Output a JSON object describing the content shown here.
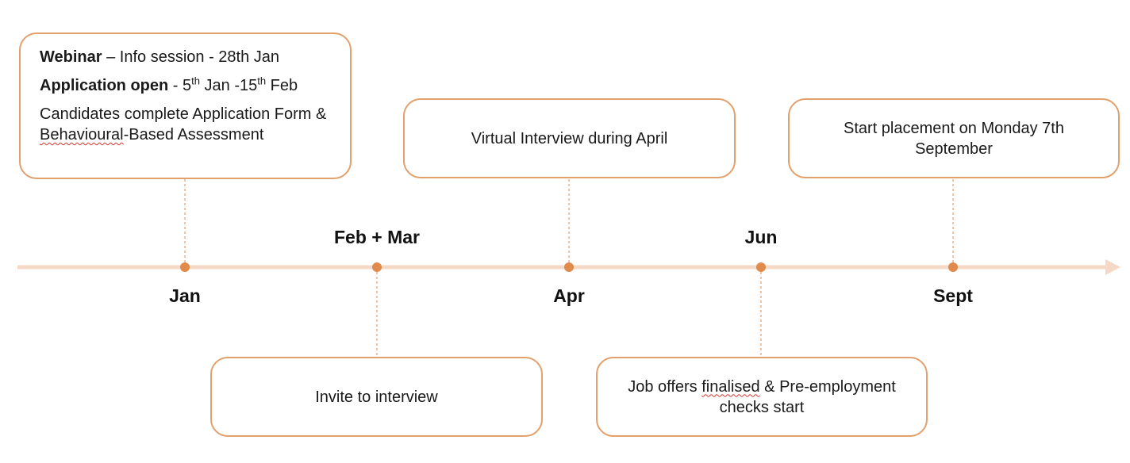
{
  "colors": {
    "axis": "#f5d8c5",
    "dot": "#e08a4c",
    "border": "#e1a06c",
    "connector": "#e08a4c"
  },
  "timeline": {
    "months": [
      {
        "id": "jan",
        "label": "Jan",
        "position": "below"
      },
      {
        "id": "febmar",
        "label": "Feb + Mar",
        "position": "above"
      },
      {
        "id": "apr",
        "label": "Apr",
        "position": "below"
      },
      {
        "id": "jun",
        "label": "Jun",
        "position": "above"
      },
      {
        "id": "sept",
        "label": "Sept",
        "position": "below"
      }
    ]
  },
  "events": {
    "jan": {
      "webinar_bold": "Webinar",
      "webinar_rest": " – Info session  - 28th Jan",
      "app_bold": "Application open",
      "app_a": " - 5",
      "app_sup1": "th",
      "app_b": " Jan -15",
      "app_sup2": "th",
      "app_c": "  Feb",
      "cand_a": "Candidates complete Application Form & ",
      "cand_wavy": "Behavioural",
      "cand_b": "-Based Assessment"
    },
    "apr": {
      "text": "Virtual Interview during April"
    },
    "sept": {
      "text": "Start placement on Monday 7th September"
    },
    "febmar": {
      "text": "Invite to interview"
    },
    "jun": {
      "text_a": "Job offers ",
      "text_wavy": "finalised",
      "text_b": " & Pre-employment checks start"
    }
  }
}
